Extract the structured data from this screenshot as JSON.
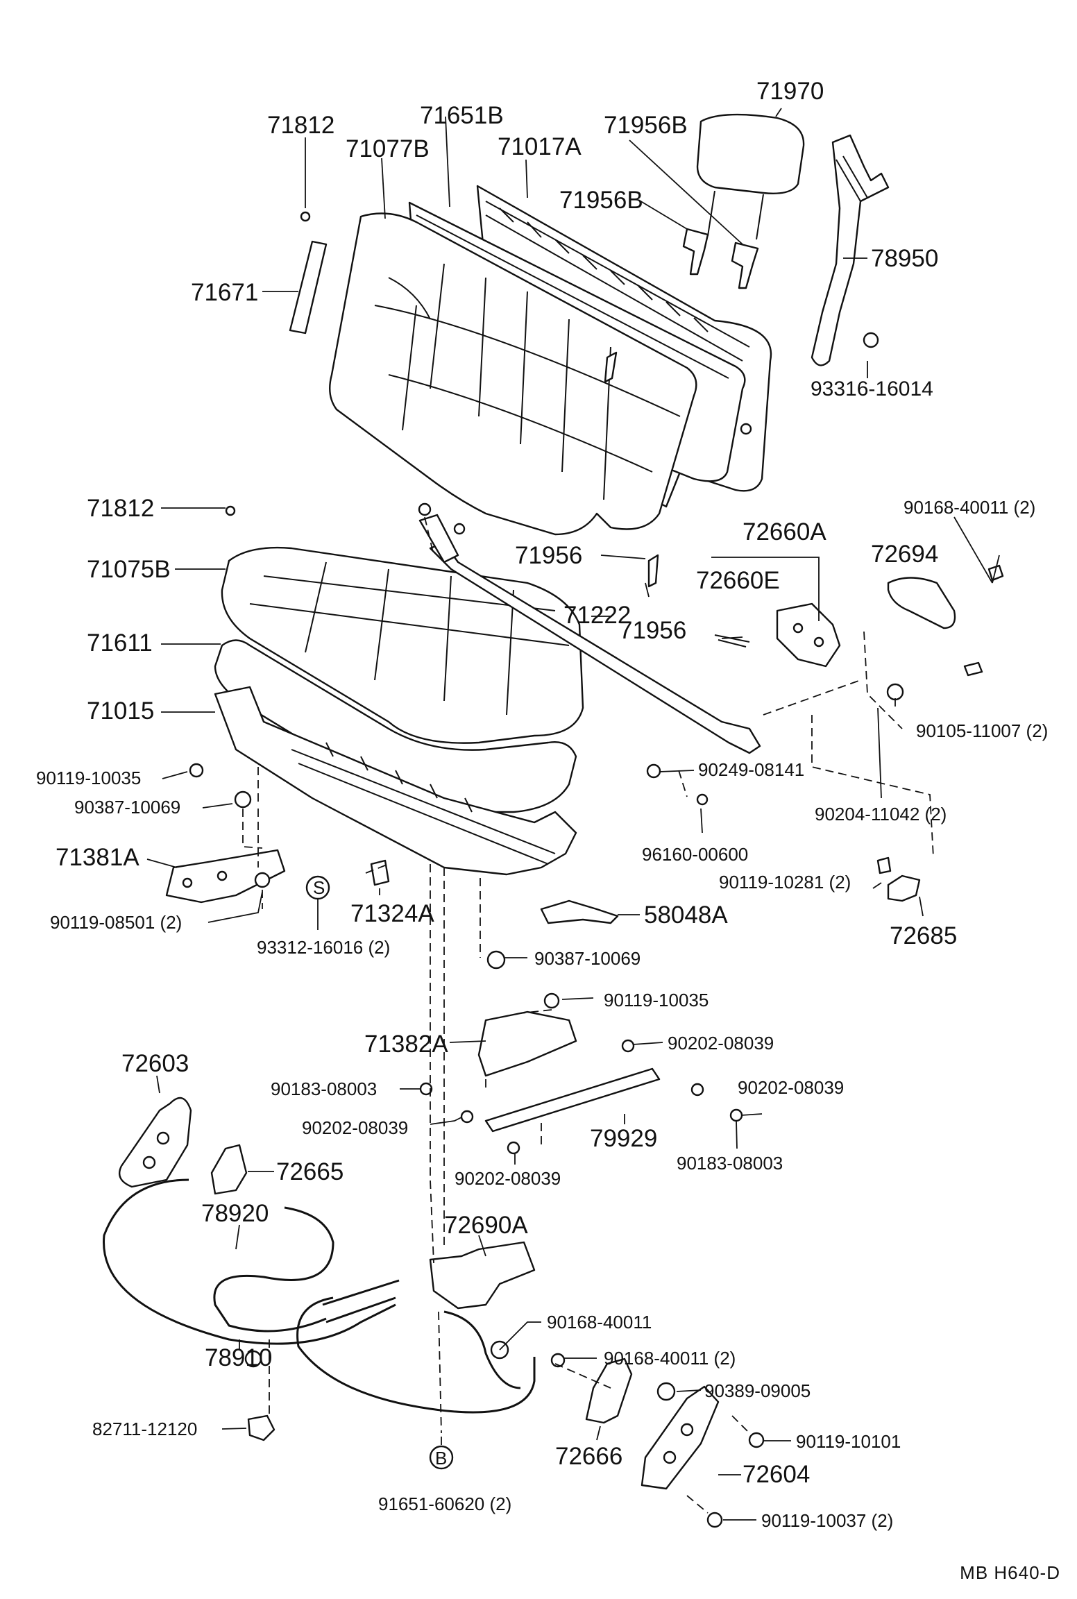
{
  "labels": {
    "p71970": "71970",
    "p71812a": "71812",
    "p71651B": "71651B",
    "p71077B": "71077B",
    "p71017A": "71017A",
    "p71956Ba": "71956B",
    "p71956Bb": "71956B",
    "p71671": "71671",
    "p78950": "78950",
    "p93316": "93316-16014",
    "p71812b": "71812",
    "p71075B": "71075B",
    "p71956a": "71956",
    "p71956b": "71956",
    "p72660A": "72660A",
    "p72660E": "72660E",
    "p71222": "71222",
    "p72694": "72694",
    "p90168_2": "90168-40011 (2)",
    "p71611": "71611",
    "p71015": "71015",
    "p90105": "90105-11007 (2)",
    "p90119_10035a": "90119-10035",
    "p90249": "90249-08141",
    "p90387a": "90387-10069",
    "p90204": "90204-11042 (2)",
    "p96160": "96160-00600",
    "p71381A": "71381A",
    "p90119_10281": "90119-10281 (2)",
    "p90119_08501": "90119-08501 (2)",
    "s_circle": "S",
    "p71324A": "71324A",
    "p58048A": "58048A",
    "p93312": "93312-16016 (2)",
    "p72685": "72685",
    "p90387b": "90387-10069",
    "p90119_10035b": "90119-10035",
    "p71382A": "71382A",
    "p90202a": "90202-08039",
    "p72603": "72603",
    "p90183a": "90183-08003",
    "p90202b": "90202-08039",
    "p90202c": "90202-08039",
    "p79929": "79929",
    "p90183b": "90183-08003",
    "p90202d": "90202-08039",
    "p72665": "72665",
    "p78920": "78920",
    "p72690A": "72690A",
    "p90168_b": "90168-40011",
    "p90168_c": "90168-40011 (2)",
    "p90389": "90389-09005",
    "p78910": "78910",
    "p90119_10101": "90119-10101",
    "p82711": "82711-12120",
    "p72666": "72666",
    "p72604": "72604",
    "b_circle": "B",
    "p91651": "91651-60620 (2)",
    "p90119_10037": "90119-10037 (2)"
  },
  "footer": "MB  H640-D"
}
